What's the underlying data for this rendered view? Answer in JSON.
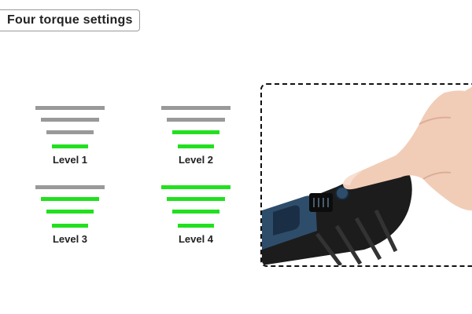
{
  "header": {
    "title": "Four torque settings"
  },
  "colors": {
    "active": "#22e01f",
    "inactive": "#999999",
    "tool_body": "#1c1c1c",
    "tool_accent": "#2e4d6b",
    "skin": "#f1cdb8"
  },
  "levels": [
    {
      "label": "Level 1",
      "active_bars": 1
    },
    {
      "label": "Level 2",
      "active_bars": 2
    },
    {
      "label": "Level 3",
      "active_bars": 3
    },
    {
      "label": "Level 4",
      "active_bars": 4
    }
  ]
}
